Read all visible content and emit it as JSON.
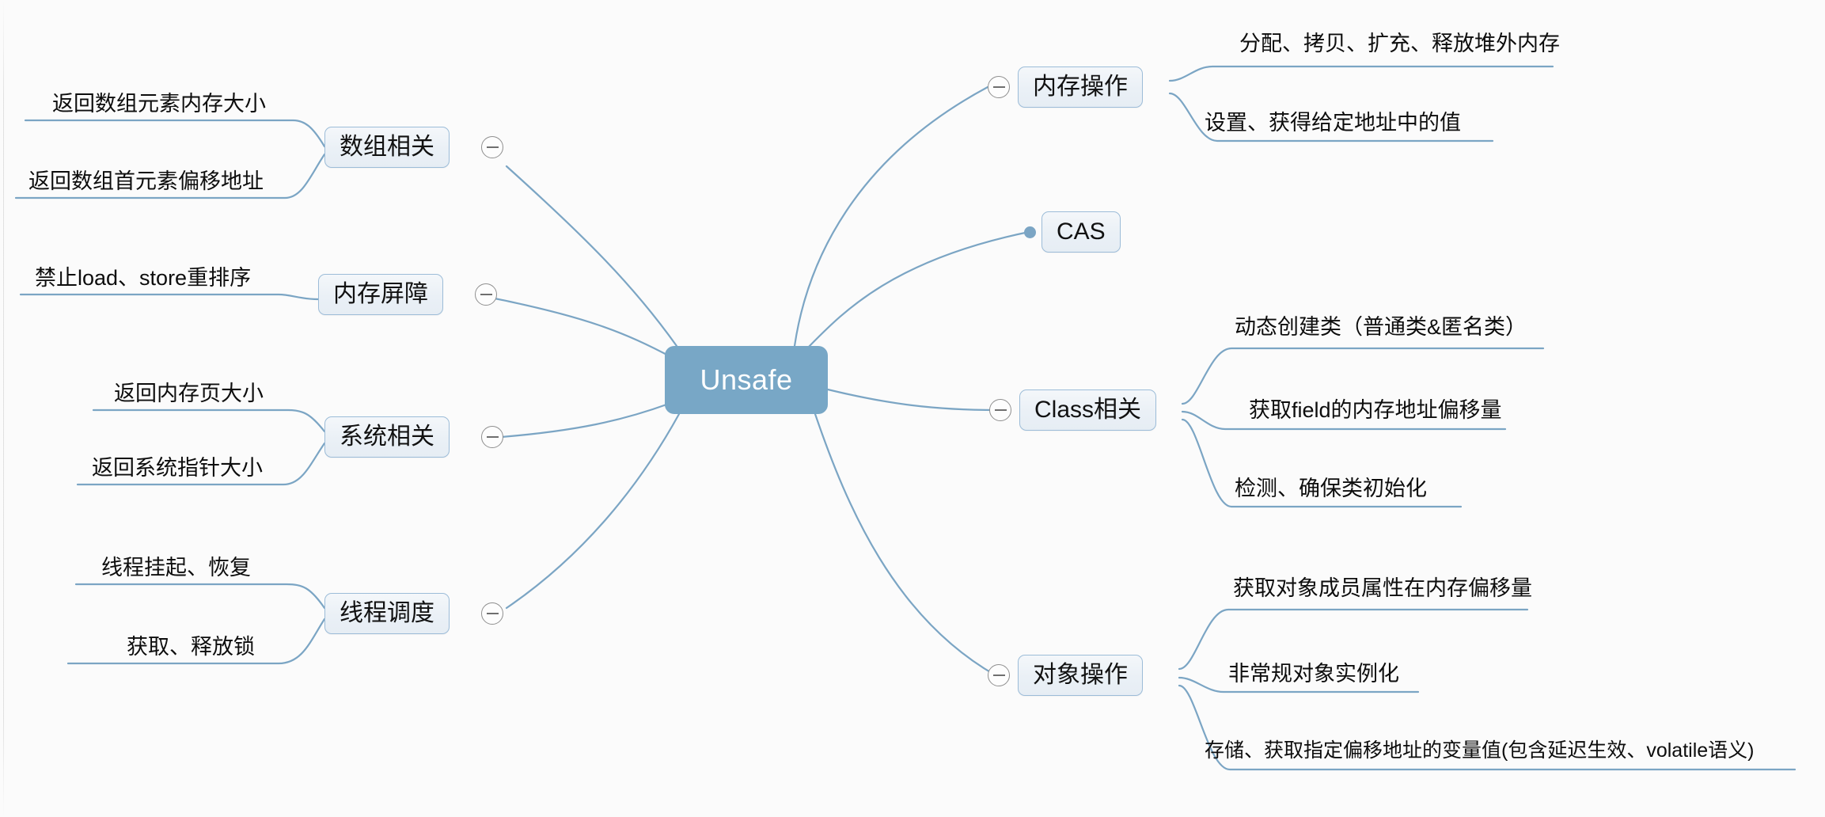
{
  "diagram": {
    "type": "mind-map",
    "title": "Unsafe",
    "background_color": "#fbfbfb",
    "root_color": "#78a7c6",
    "node_fill_color": "#eaf0f6",
    "node_border_color": "#9cbcd8",
    "edge_color": "#7ba5c4"
  },
  "root": {
    "label": "Unsafe"
  },
  "branches": {
    "array": {
      "label": "数组相关",
      "side": "left",
      "toggle_icon": "minus-circle-icon",
      "children": [
        {
          "label": "返回数组元素内存大小"
        },
        {
          "label": "返回数组首元素偏移地址"
        }
      ]
    },
    "memory_barrier": {
      "label": "内存屏障",
      "side": "left",
      "toggle_icon": "minus-circle-icon",
      "children": [
        {
          "label": "禁止load、store重排序"
        }
      ]
    },
    "system": {
      "label": "系统相关",
      "side": "left",
      "toggle_icon": "minus-circle-icon",
      "children": [
        {
          "label": "返回内存页大小"
        },
        {
          "label": "返回系统指针大小"
        }
      ]
    },
    "thread": {
      "label": "线程调度",
      "side": "left",
      "toggle_icon": "minus-circle-icon",
      "children": [
        {
          "label": "线程挂起、恢复"
        },
        {
          "label": "获取、释放锁"
        }
      ]
    },
    "memory_op": {
      "label": "内存操作",
      "side": "right",
      "toggle_icon": "minus-circle-icon",
      "children": [
        {
          "label": "分配、拷贝、扩充、释放堆外内存"
        },
        {
          "label": "设置、获得给定地址中的值"
        }
      ]
    },
    "cas": {
      "label": "CAS",
      "side": "right",
      "toggle_icon": "leaf-dot-icon",
      "children": []
    },
    "clazz": {
      "label": "Class相关",
      "side": "right",
      "toggle_icon": "minus-circle-icon",
      "children": [
        {
          "label": "动态创建类（普通类&匿名类）"
        },
        {
          "label": "获取field的内存地址偏移量"
        },
        {
          "label": "检测、确保类初始化"
        }
      ]
    },
    "object_op": {
      "label": "对象操作",
      "side": "right",
      "toggle_icon": "minus-circle-icon",
      "children": [
        {
          "label": "获取对象成员属性在内存偏移量"
        },
        {
          "label": "非常规对象实例化"
        },
        {
          "label": "存储、获取指定偏移地址的变量值(包含延迟生效、volatile语义)"
        }
      ]
    }
  }
}
